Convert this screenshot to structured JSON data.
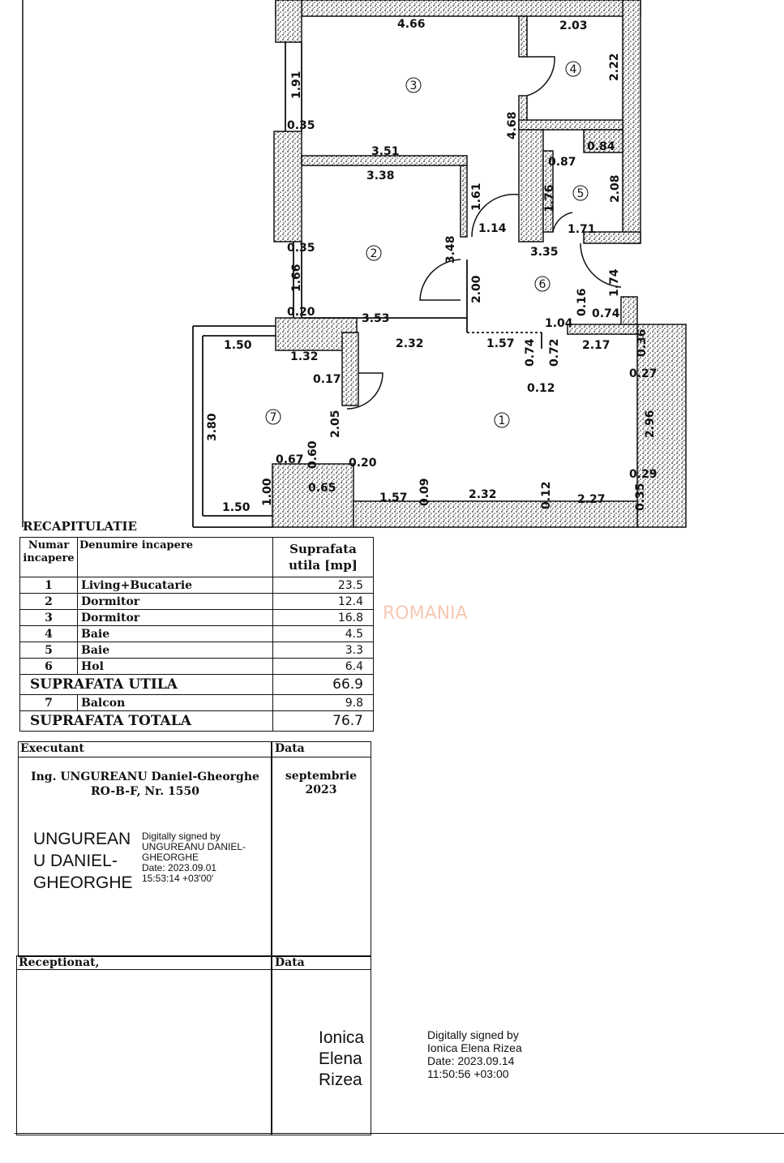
{
  "plan": {
    "room_numbers": [
      "1",
      "2",
      "3",
      "4",
      "5",
      "6",
      "7"
    ],
    "dimensions": [
      "4.66",
      "2.03",
      "2.22",
      "1.91",
      "0.35",
      "4.68",
      "3.51",
      "0.84",
      "3.38",
      "0.87",
      "1.61",
      "1.76",
      "2.08",
      "1.14",
      "1.71",
      "0.35",
      "3.35",
      "3.48",
      "1.66",
      "2.00",
      "1.74",
      "0.20",
      "0.16",
      "0.74",
      "3.53",
      "1.04",
      "1.50",
      "2.32",
      "1.57",
      "0.74",
      "0.72",
      "2.17",
      "0.36",
      "1.32",
      "0.27",
      "0.17",
      "0.12",
      "2.96",
      "3.80",
      "2.05",
      "0.67",
      "0.60",
      "0.20",
      "0.29",
      "1.00",
      "0.65",
      "1.57",
      "0.09",
      "2.32",
      "0.12",
      "2.27",
      "0.35",
      "1.50"
    ]
  },
  "recap": {
    "title": "RECAPITULATIE",
    "headers": {
      "num": "Numar incapere",
      "name": "Denumire incapere",
      "area": "Suprafata utila [mp]"
    },
    "rooms": [
      {
        "num": "1",
        "name": "Living+Bucatarie",
        "area": "23.5"
      },
      {
        "num": "2",
        "name": "Dormitor",
        "area": "12.4"
      },
      {
        "num": "3",
        "name": "Dormitor",
        "area": "16.8"
      },
      {
        "num": "4",
        "name": "Baie",
        "area": "4.5"
      },
      {
        "num": "5",
        "name": "Baie",
        "area": "3.3"
      },
      {
        "num": "6",
        "name": "Hol",
        "area": "6.4"
      }
    ],
    "useful_label": "SUPRAFATA UTILA",
    "useful_value": "66.9",
    "balcony": {
      "num": "7",
      "name": "Balcon",
      "area": "9.8"
    },
    "total_label": "SUPRAFATA TOTALA",
    "total_value": "76.7"
  },
  "watermark": "ROMANIA",
  "executant": {
    "label": "Executant",
    "date_label": "Data",
    "engineer": "Ing. UNGUREANU Daniel-Gheorghe",
    "license": "RO-B-F, Nr. 1550",
    "date_month": "septembrie",
    "date_year": "2023",
    "signer_name": [
      "UNGUREAN",
      "U DANIEL-",
      "GHEORGHE"
    ],
    "signature_text": [
      "Digitally signed by",
      "UNGUREANU DANIEL-",
      "GHEORGHE",
      "Date: 2023.09.01",
      "15:53:14 +03'00'"
    ]
  },
  "receptionat": {
    "label": "Receptionat,",
    "date_label": "Data",
    "signer_name": [
      "Ionica",
      "Elena",
      "Rizea"
    ],
    "signature_text": [
      "Digitally signed by",
      "Ionica Elena Rizea",
      "Date: 2023.09.14",
      "11:50:56 +03:00"
    ]
  }
}
